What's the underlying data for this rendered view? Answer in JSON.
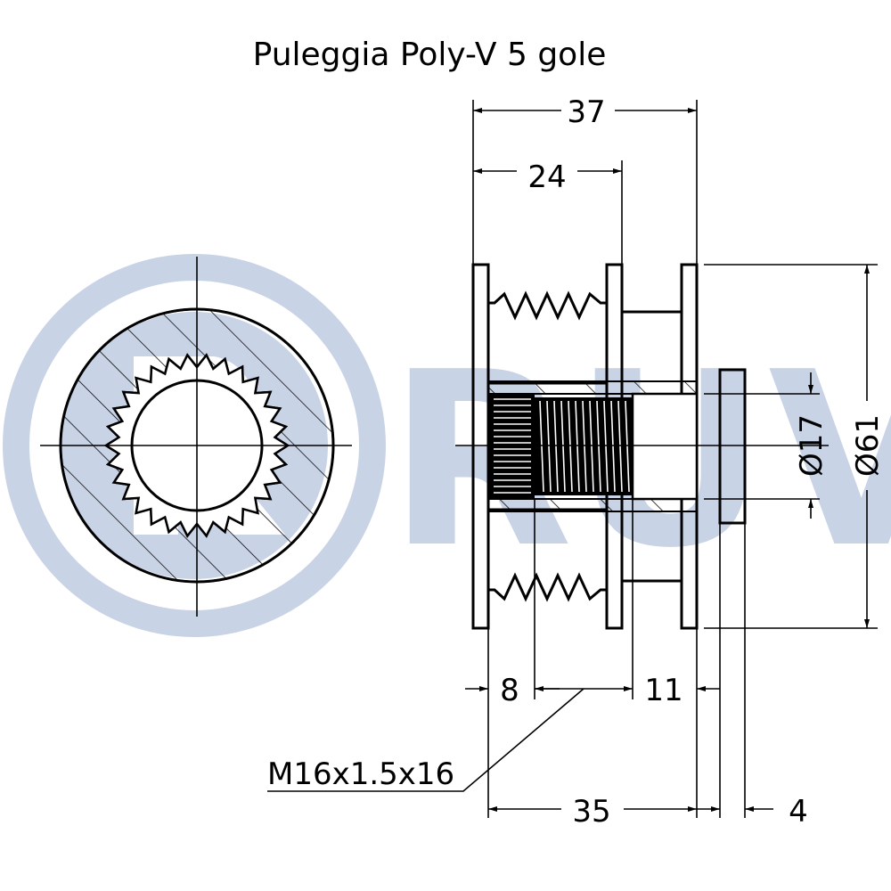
{
  "title": "Puleggia Poly-V 5 gole",
  "watermark": {
    "text": "RUVILLE",
    "color": "#c9d3e6",
    "logo": "ruville-logo-mark"
  },
  "dimensions": {
    "overall_length": "37",
    "pulley_width": "24",
    "bore_diameter": "Ø17",
    "outer_diameter": "Ø61",
    "spline_depth": "8",
    "hub_length": "11",
    "thread": "M16x1.5x16",
    "body_length": "35",
    "cap_thickness": "4"
  },
  "colors": {
    "line": "#000000",
    "background": "#ffffff"
  }
}
